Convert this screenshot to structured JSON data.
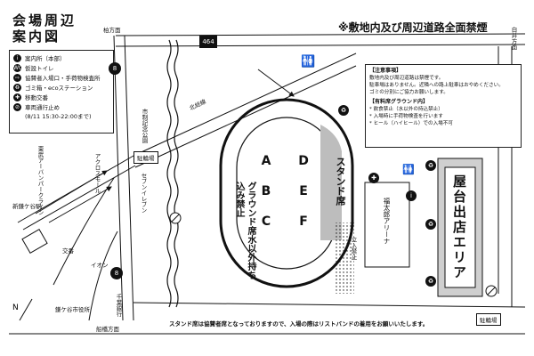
{
  "title": {
    "line1": "会場周辺",
    "line2": "案内図"
  },
  "no_smoking": "※敷地内及び周辺道路全面禁煙",
  "legend": {
    "items": [
      {
        "icon": "i",
        "label": "案内所（本部）"
      },
      {
        "icon": "WC",
        "label": "仮設トイレ"
      },
      {
        "icon": "⇨",
        "label": "協賛者入場口・手荷物検査所"
      },
      {
        "icon": "♻",
        "label": "ゴミ箱・ecoステーション"
      },
      {
        "icon": "✚",
        "label": "移動交番"
      },
      {
        "icon": "⊘",
        "label": "車両通行止め"
      }
    ],
    "closure_time": "(8/11 15:30-22:00まで)"
  },
  "notice": {
    "heading": "【注意事項】",
    "lines": [
      "敷地内及び周辺道路は禁煙です。",
      "駐車場はありません。近隣への路上駐車はおやめください。",
      "ゴミの分別にご協力お願いします。"
    ],
    "ground_heading": "【有料席グラウンド内】",
    "ground_lines": [
      "* 飲食禁止（水以外の持込禁止）",
      "* 入場時に手荷物検査を行います",
      "* ヒール（ハイヒール）での入場不可"
    ]
  },
  "places": {
    "kashiwa": "柏方面",
    "shiroi": "白井方面",
    "funabashi": "船橋方面",
    "route8_top": "8",
    "route8_bottom": "8",
    "route464": "464",
    "park": "市制記念公園",
    "parking_top": "駐輪場",
    "parking_bottom": "駐輪場",
    "acros": "アクロスモール",
    "seven": "セブンイレブン",
    "tobu": "東武アーバンパークライン",
    "station": "新鎌ケ谷駅",
    "koban": "交番",
    "aeon": "イオン",
    "cityhall": "鎌ケ谷市役所",
    "bank": "千葉銀行",
    "hokusou": "北総線",
    "arena": "福太郎アリーナ",
    "tachiiri": "立入禁止",
    "stand": "スタンド席",
    "ground_rule": "グラウンド席水以外持ち込み禁止",
    "yatai": "屋台出店エリア"
  },
  "seats": [
    "A",
    "D",
    "B",
    "E",
    "C",
    "F"
  ],
  "footer": "スタンド席は協賛者席となっておりますので、入場の際はリストバンドの着用をお願いいたします。",
  "colors": {
    "ink": "#111111",
    "stand": "#bdbdbd",
    "yatai": "#cfcfcf"
  }
}
